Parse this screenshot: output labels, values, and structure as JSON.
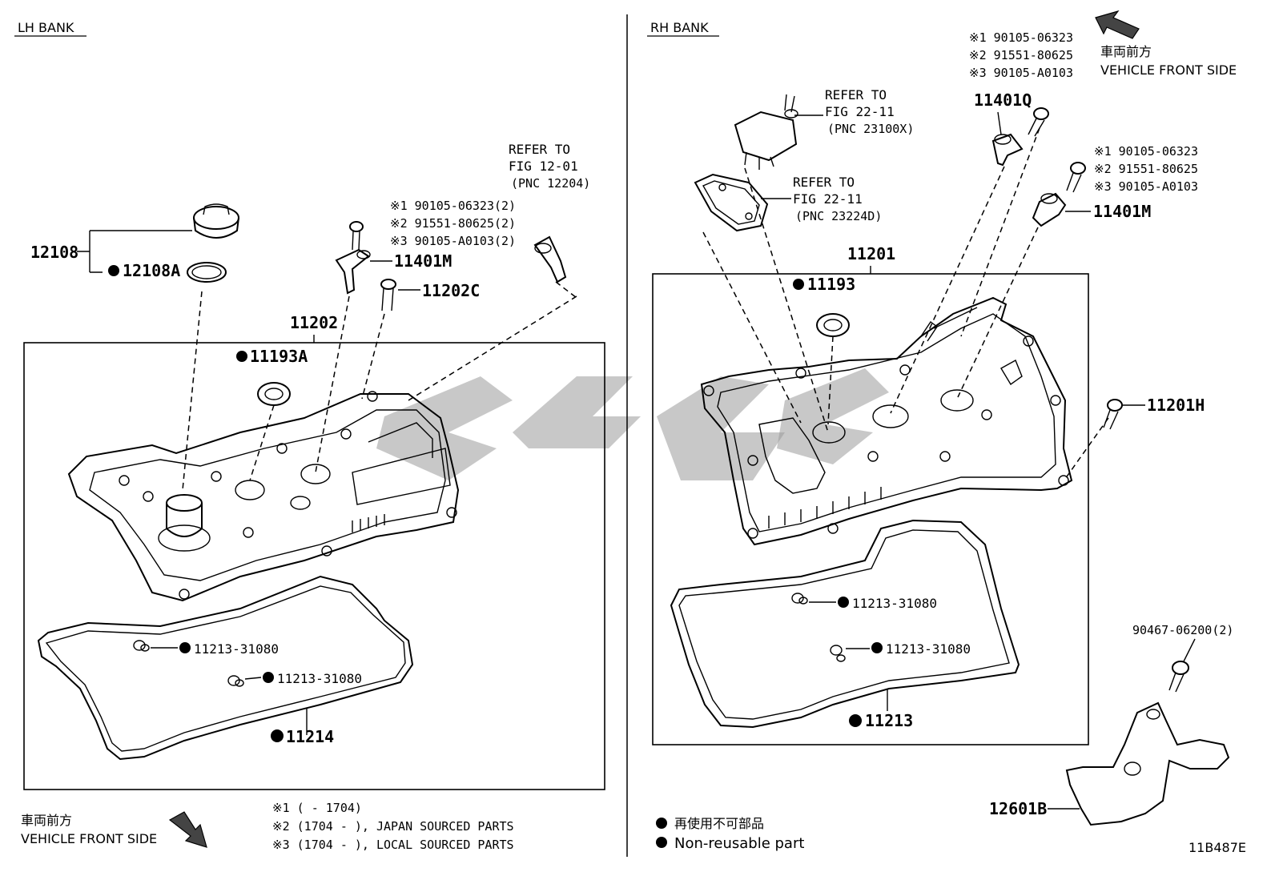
{
  "sections": {
    "lh_bank": "LH BANK",
    "rh_bank": "RH BANK"
  },
  "direction": {
    "jp": "車両前方",
    "en": "VEHICLE FRONT SIDE"
  },
  "lh": {
    "refer_a": [
      "REFER TO",
      "FIG 12-01",
      "(PNC 12204)"
    ],
    "bolt_notes": [
      "※1 90105-06323(2)",
      "※2 91551-80625(2)",
      "※3 90105-A0103(2)"
    ],
    "labels": {
      "p12108": "12108",
      "p12108a": "12108A",
      "p11401m": "11401M",
      "p11202c": "11202C",
      "p11202": "11202",
      "p11193a": "11193A",
      "p11213_a": "11213-31080",
      "p11213_b": "11213-31080",
      "p11214": "11214"
    }
  },
  "rh": {
    "refer_b": [
      "REFER TO",
      "FIG 22-11",
      "(PNC 23100X)"
    ],
    "refer_c": [
      "REFER TO",
      "FIG 22-11",
      "(PNC 23224D)"
    ],
    "bolt_notes_top": [
      "※1 90105-06323",
      "※2 91551-80625",
      "※3 90105-A0103"
    ],
    "bolt_notes_mid": [
      "※1 90105-06323",
      "※2 91551-80625",
      "※3 90105-A0103"
    ],
    "labels": {
      "p11401q": "11401Q",
      "p11401m": "11401M",
      "p11201": "11201",
      "p11193": "11193",
      "p11201h": "11201H",
      "p11213_a": "11213-31080",
      "p11213_b": "11213-31080",
      "p11213": "11213",
      "p90467": "90467-06200(2)",
      "p12601b": "12601B"
    }
  },
  "footnotes": [
    "※1 (      - 1704)",
    "※2 (1704 -       ), JAPAN SOURCED PARTS",
    "※3 (1704 -       ), LOCAL SOURCED PARTS"
  ],
  "legend": {
    "jp": "再使用不可部品",
    "en": "Non-reusable part"
  },
  "figure_code": "11B487E"
}
